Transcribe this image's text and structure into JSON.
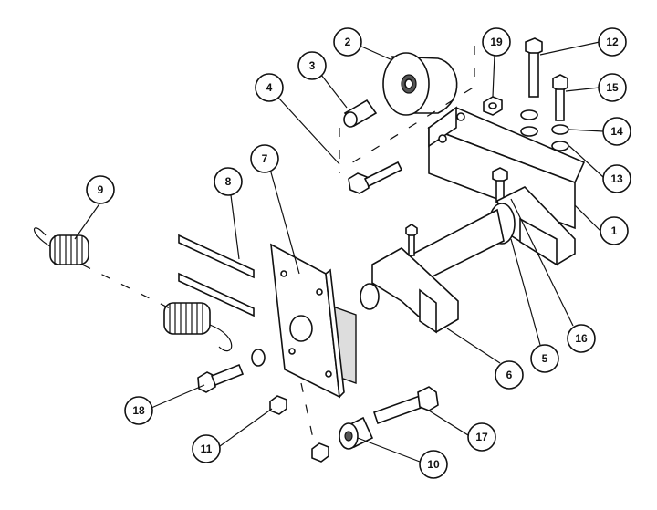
{
  "diagram": {
    "type": "exploded-parts-view",
    "callouts": [
      {
        "label": "1"
      },
      {
        "label": "2"
      },
      {
        "label": "3"
      },
      {
        "label": "4"
      },
      {
        "label": "5"
      },
      {
        "label": "6"
      },
      {
        "label": "7"
      },
      {
        "label": "8"
      },
      {
        "label": "9"
      },
      {
        "label": "10"
      },
      {
        "label": "11"
      },
      {
        "label": "12"
      },
      {
        "label": "13"
      },
      {
        "label": "14"
      },
      {
        "label": "15"
      },
      {
        "label": "16"
      },
      {
        "label": "17"
      },
      {
        "label": "18"
      },
      {
        "label": "19"
      }
    ]
  }
}
